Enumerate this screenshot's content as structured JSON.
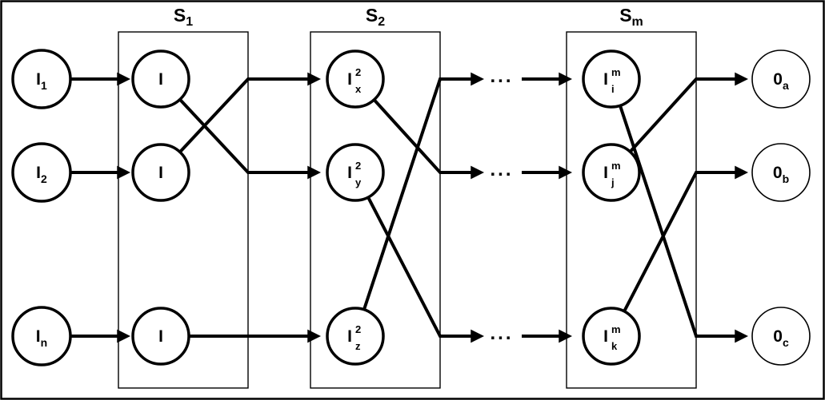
{
  "colors": {
    "line": "#000000",
    "background": "#ffffff"
  },
  "stage_labels": [
    {
      "main": "S",
      "sub": "1"
    },
    {
      "main": "S",
      "sub": "2"
    },
    {
      "main": "S",
      "sub": "m"
    }
  ],
  "input_nodes": [
    {
      "main": "I",
      "sub": "1"
    },
    {
      "main": "I",
      "sub": "2"
    },
    {
      "main": "I",
      "sub": "n"
    }
  ],
  "stage1_nodes": [
    {
      "main": "I"
    },
    {
      "main": "I"
    },
    {
      "main": "I"
    }
  ],
  "stage2_nodes": [
    {
      "main": "I",
      "sup": "2",
      "sub": "x"
    },
    {
      "main": "I",
      "sup": "2",
      "sub": "y"
    },
    {
      "main": "I",
      "sup": "2",
      "sub": "z"
    }
  ],
  "stagem_nodes": [
    {
      "main": "I",
      "sup": "m",
      "sub": "i"
    },
    {
      "main": "I",
      "sup": "m",
      "sub": "j"
    },
    {
      "main": "I",
      "sup": "m",
      "sub": "k"
    }
  ],
  "output_nodes": [
    {
      "main": "0",
      "sub": "a"
    },
    {
      "main": "0",
      "sub": "b"
    },
    {
      "main": "0",
      "sub": "c"
    }
  ],
  "ellipsis": "...",
  "edges": [
    "I1 -> S1:I(top)",
    "I2 -> S1:I(mid)",
    "In -> S1:I(bot)",
    "S1:I(top) -> S2:Iy2",
    "S1:I(mid) -> S2:Ix2",
    "S1:I(bot) -> S2:Iz2",
    "S2:Ix2 -> ... -> Sm:Ij",
    "S2:Iy2 -> ... -> Sm:Ik",
    "S2:Iz2 -> ... -> Sm:Ii",
    "Sm:Ii -> 0c",
    "Sm:Ij -> 0a",
    "Sm:Ik -> 0b"
  ]
}
